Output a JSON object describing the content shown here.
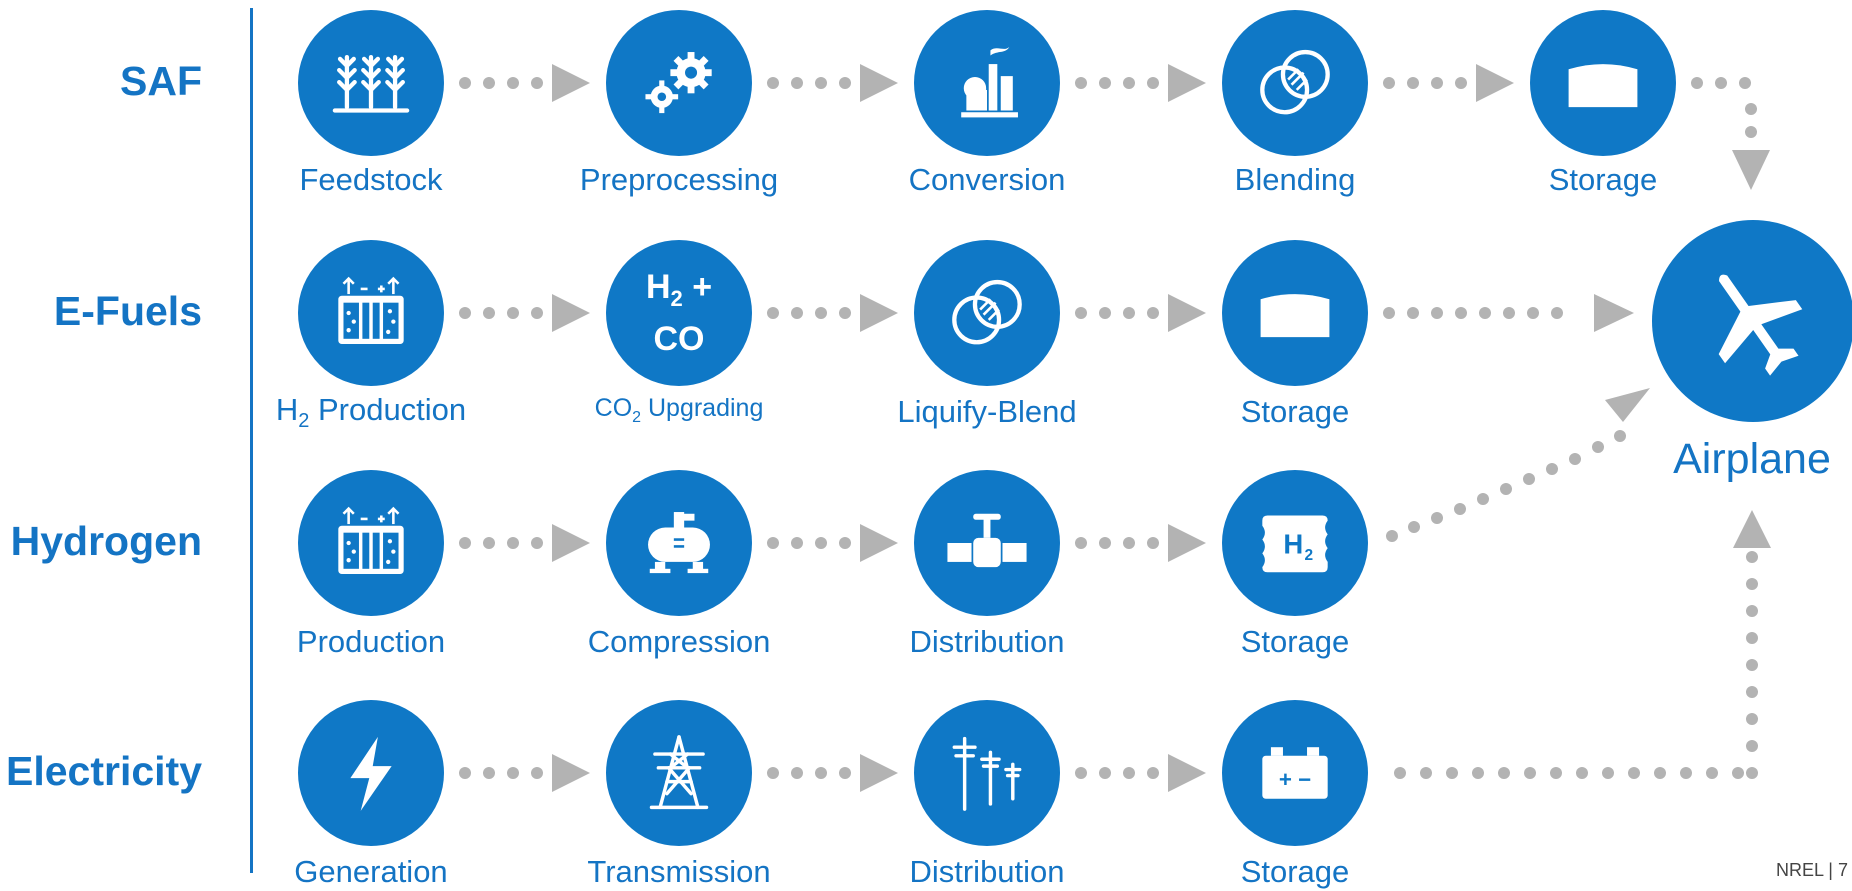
{
  "rows": [
    {
      "label": "SAF",
      "nodes": [
        {
          "label": "Feedstock",
          "icon": "wheat-icon"
        },
        {
          "label": "Preprocessing",
          "icon": "gears-icon"
        },
        {
          "label": "Conversion",
          "icon": "refinery-icon"
        },
        {
          "label": "Blending",
          "icon": "blend-rings-icon"
        },
        {
          "label": "Storage",
          "icon": "storage-tank-icon"
        }
      ]
    },
    {
      "label": "E-Fuels",
      "nodes": [
        {
          "label": "H",
          "sub": "2",
          "label_after": " Production",
          "icon": "electrolyzer-icon"
        },
        {
          "circle_text_1": "H",
          "circle_sub": "2",
          "circle_text_2": " +",
          "circle_text_3": "CO",
          "label": "CO",
          "sub": "2",
          "label_after": " Upgrading",
          "icon": "h2-co-text"
        },
        {
          "label": "Liquify-Blend",
          "icon": "blend-rings-icon"
        },
        {
          "label": "Storage",
          "icon": "storage-tank-icon"
        }
      ]
    },
    {
      "label": "Hydrogen",
      "nodes": [
        {
          "label": "Production",
          "icon": "electrolyzer-icon"
        },
        {
          "label": "Compression",
          "icon": "compressor-icon"
        },
        {
          "label": "Distribution",
          "icon": "pipe-valve-icon"
        },
        {
          "label": "Storage",
          "icon": "h2-storage-icon",
          "icon_text": "H",
          "icon_sub": "2"
        }
      ]
    },
    {
      "label": "Electricity",
      "nodes": [
        {
          "label": "Generation",
          "icon": "lightning-icon"
        },
        {
          "label": "Transmission",
          "icon": "transmission-tower-icon"
        },
        {
          "label": "Distribution",
          "icon": "utility-poles-icon"
        },
        {
          "label": "Storage",
          "icon": "battery-icon",
          "icon_text": "+ −"
        }
      ]
    }
  ],
  "destination": {
    "label": "Airplane",
    "icon": "airplane-icon"
  },
  "footer": {
    "text": "NREL | 7"
  },
  "colors": {
    "primary": "#0f78c6",
    "label": "#1474c4",
    "arrow": "#b3b3b3"
  }
}
